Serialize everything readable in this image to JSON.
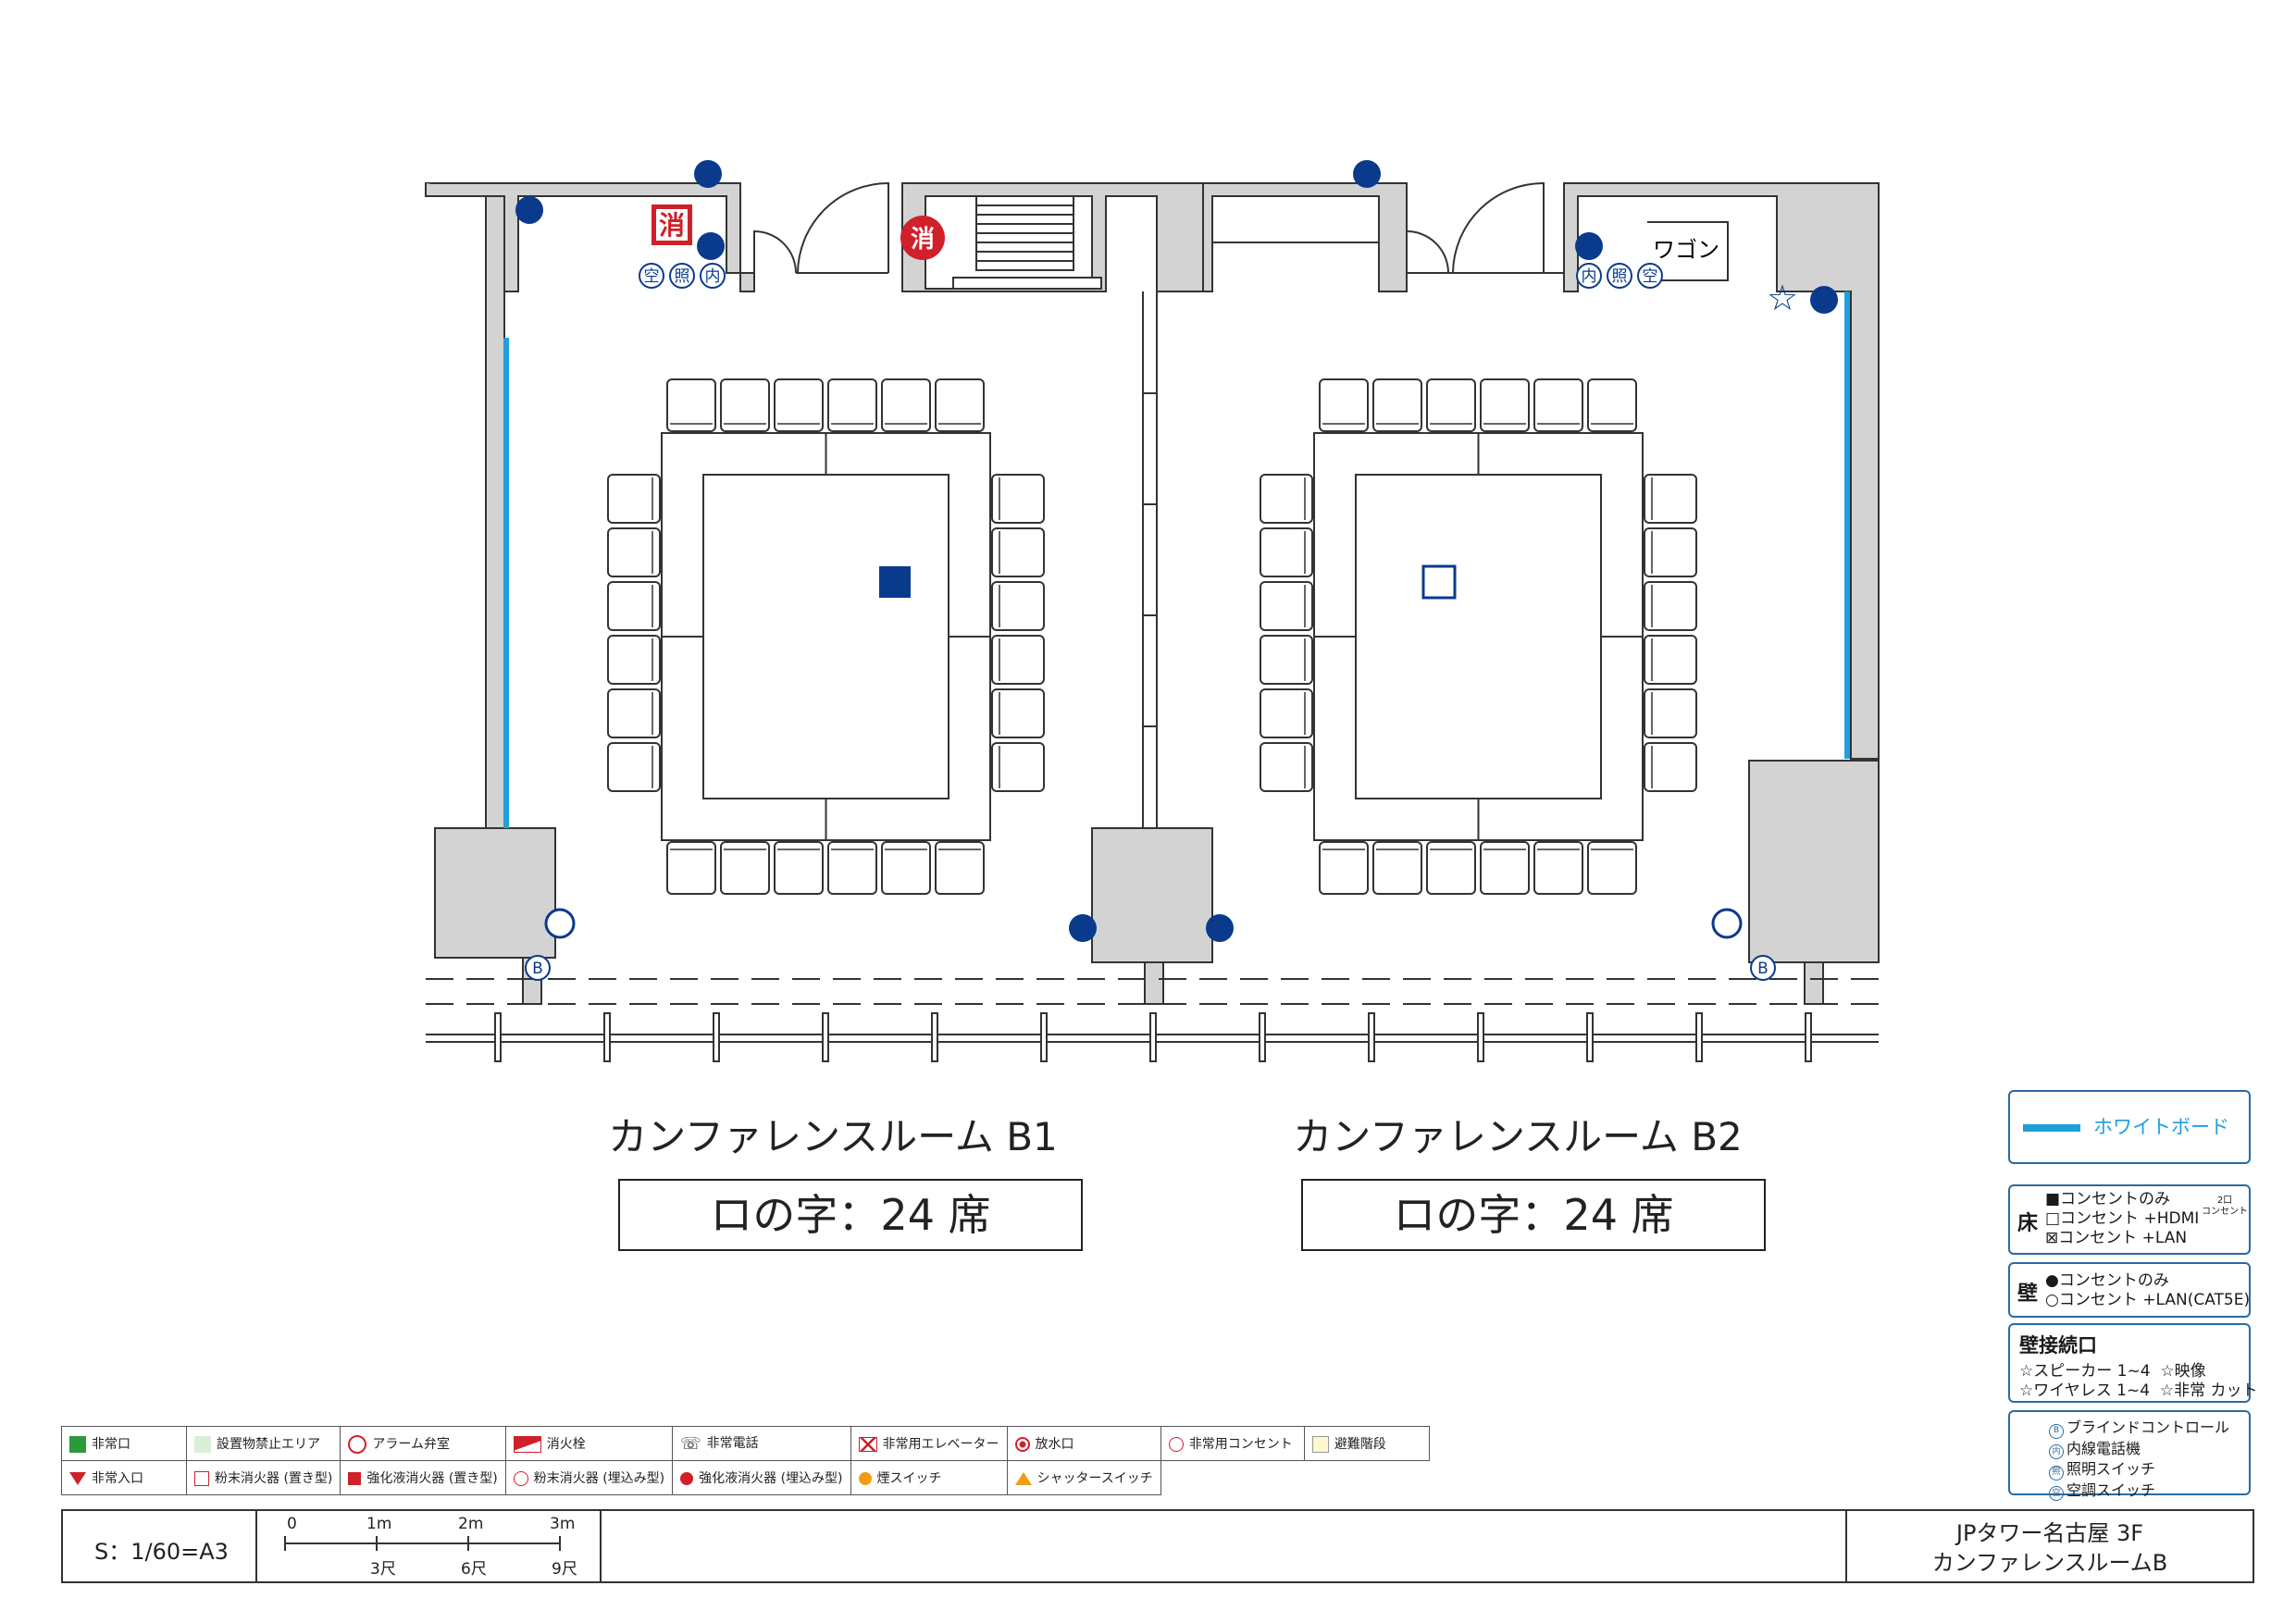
{
  "rooms": [
    {
      "name": "カンファレンスルーム B1",
      "layout": "ロの字：24 席"
    },
    {
      "name": "カンファレンスルーム B2",
      "layout": "ロの字：24 席"
    }
  ],
  "plan_labels": {
    "wagon": "ワゴン",
    "left_circles": [
      "空",
      "照",
      "内"
    ],
    "right_circles": [
      "内",
      "照",
      "空"
    ],
    "blind_mark": "B",
    "fire_mark": "消"
  },
  "legend": {
    "whiteboard": "ホワイトボード",
    "floor": {
      "head": "床",
      "items": [
        "■コンセントのみ",
        "□コンセント +HDMI",
        "⊠コンセント +LAN"
      ],
      "note_top": "2口",
      "note_bottom": "コンセント"
    },
    "wall": {
      "head": "壁",
      "items": [
        "●コンセントのみ",
        "○コンセント +LAN(CAT5E)"
      ]
    },
    "wall_connection": {
      "title": "壁接続口",
      "row1_a": "☆スピーカー 1~4",
      "row1_b": "☆映像",
      "row2_a": "☆ワイヤレス 1~4",
      "row2_b": "☆非常 カット"
    },
    "codes": [
      {
        "mark": "B",
        "label": "ブラインドコントロール"
      },
      {
        "mark": "内",
        "label": "内線電話機"
      },
      {
        "mark": "照",
        "label": "照明スイッチ"
      },
      {
        "mark": "空",
        "label": "空調スイッチ"
      }
    ]
  },
  "symbols": {
    "row1": [
      "非常口",
      "設置物禁止エリア",
      "アラーム弁室",
      "消火栓",
      "非常電話",
      "非常用エレベーター",
      "放水口",
      "非常用コンセント",
      "避難階段"
    ],
    "row2": [
      "非常入口",
      "粉末消火器 (置き型)",
      "強化液消火器 (置き型)",
      "粉末消火器 (埋込み型)",
      "強化液消火器 (埋込み型)",
      "煙スイッチ",
      "シャッタースイッチ"
    ]
  },
  "footer": {
    "scale": "S：1/60=A3",
    "meters": [
      "0",
      "1m",
      "2m",
      "3m"
    ],
    "shaku": [
      "3尺",
      "6尺",
      "9尺"
    ],
    "title_line1": "JPタワー名古屋 3F",
    "title_line2": "カンファレンスルームB"
  },
  "colors": {
    "wall": "#d3d3d3",
    "outline": "#333333",
    "outlet_blue": "#0a3a8c",
    "whiteboard": "#1ea0dc",
    "fire_red": "#d0202a"
  }
}
